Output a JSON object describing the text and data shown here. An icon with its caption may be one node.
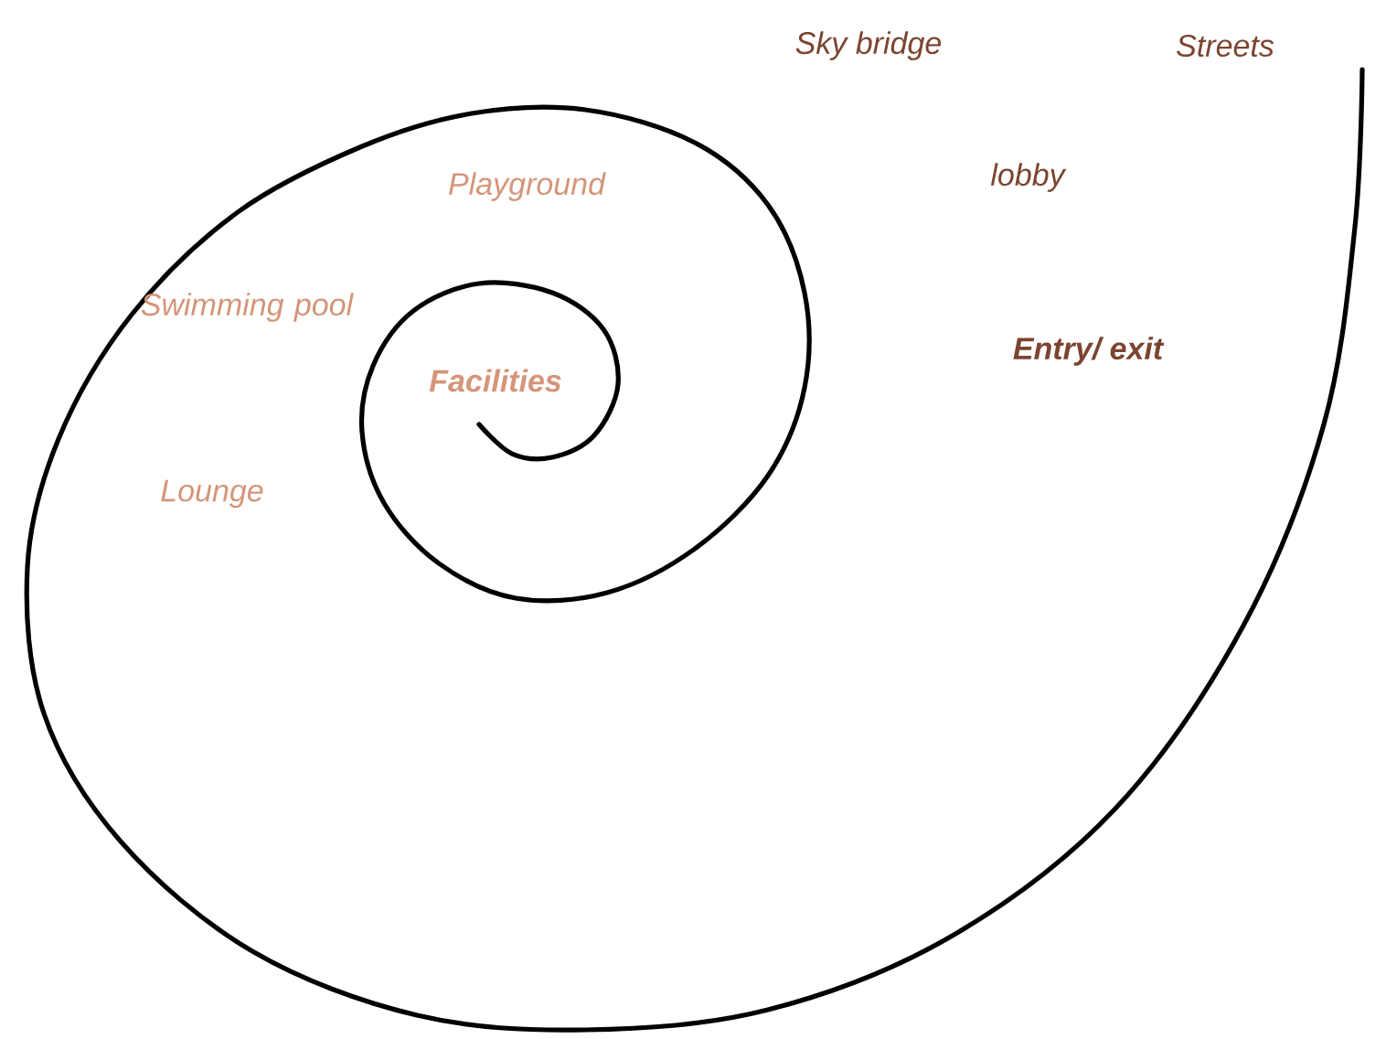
{
  "diagram": {
    "labels": [
      "Sky bridge",
      "Streets",
      "lobby",
      "Playground",
      "Swimming pool",
      "Facilities",
      "Entry/ exit",
      "Lounge"
    ]
  }
}
